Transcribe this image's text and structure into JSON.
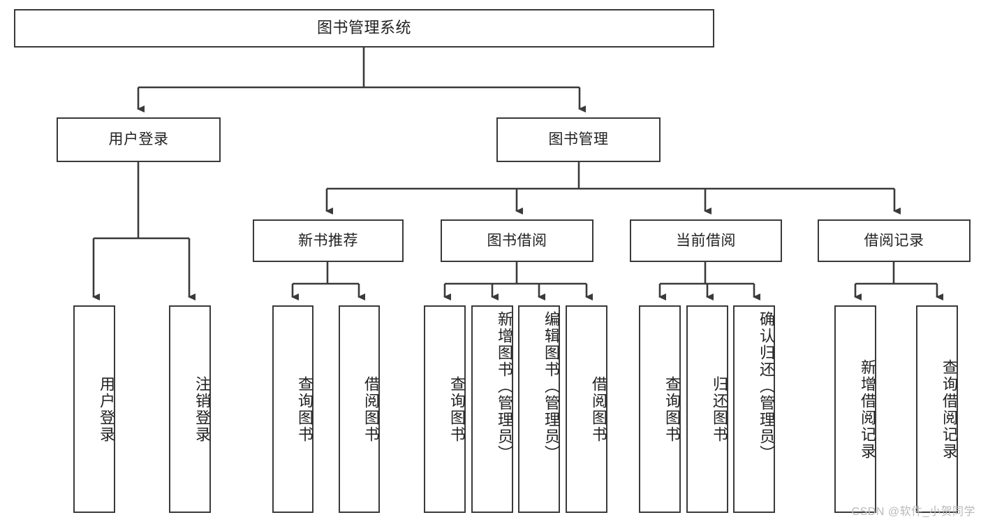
{
  "diagram": {
    "title": "图书管理系统",
    "type": "hierarchy-tree",
    "colors": {
      "background": "#ffffff",
      "box_border": "#3a3a3a",
      "box_fill": "#ffffff",
      "connector": "#3a3a3a",
      "text": "#222222",
      "watermark": "#b9b9b9"
    },
    "root": {
      "label": "图书管理系统"
    },
    "level2": [
      {
        "label": "用户登录"
      },
      {
        "label": "图书管理"
      }
    ],
    "level3": [
      {
        "label": "新书推荐"
      },
      {
        "label": "图书借阅"
      },
      {
        "label": "当前借阅"
      },
      {
        "label": "借阅记录"
      }
    ],
    "leaves": {
      "user_login": [
        {
          "label": "用户登录"
        },
        {
          "label": "注销登录"
        }
      ],
      "new_book_recommend": [
        {
          "label": "查询图书"
        },
        {
          "label": "借阅图书"
        }
      ],
      "book_borrow": [
        {
          "label": "查询图书"
        },
        {
          "label": "新增图书（管理员）"
        },
        {
          "label": "编辑图书（管理员）"
        },
        {
          "label": "借阅图书"
        }
      ],
      "current_borrow": [
        {
          "label": "查询图书"
        },
        {
          "label": "归还图书"
        },
        {
          "label": "确认归还（管理员）"
        }
      ],
      "borrow_record": [
        {
          "label": "新增借阅记录"
        },
        {
          "label": "查询借阅记录"
        }
      ]
    }
  },
  "watermark": {
    "text": "CSDN @软件_小贺同学"
  }
}
